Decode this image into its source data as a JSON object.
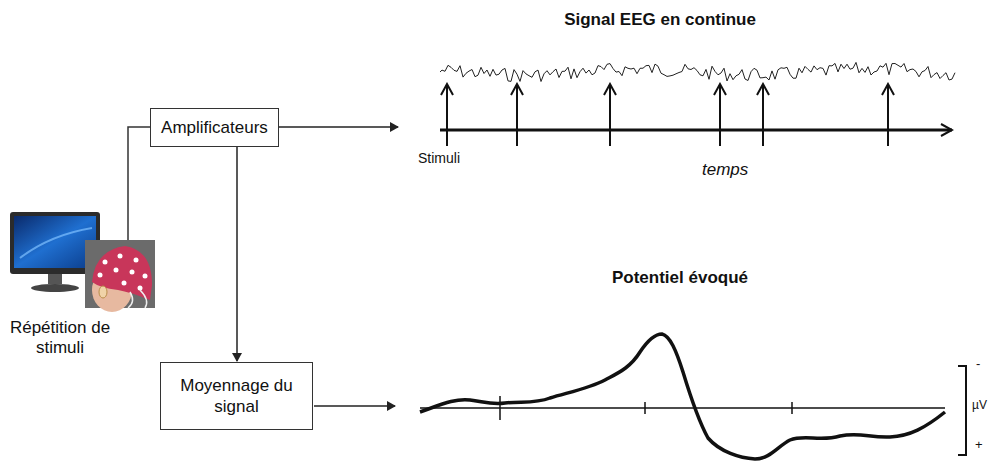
{
  "diagram": {
    "nodes": [
      {
        "text": [
          "Amplificateurs"
        ]
      },
      {
        "text": [
          "Moyennage du signal"
        ]
      }
    ],
    "edges": [
      {
        "from": 0,
        "to": 1,
        "arrow": "to"
      }
    ],
    "labels": [
      "Signal EEG en continue",
      "Stimuli",
      "temps",
      "Potentiel évoqué",
      "Répétition de stimuli",
      "-",
      "µV",
      "+"
    ]
  }
}
